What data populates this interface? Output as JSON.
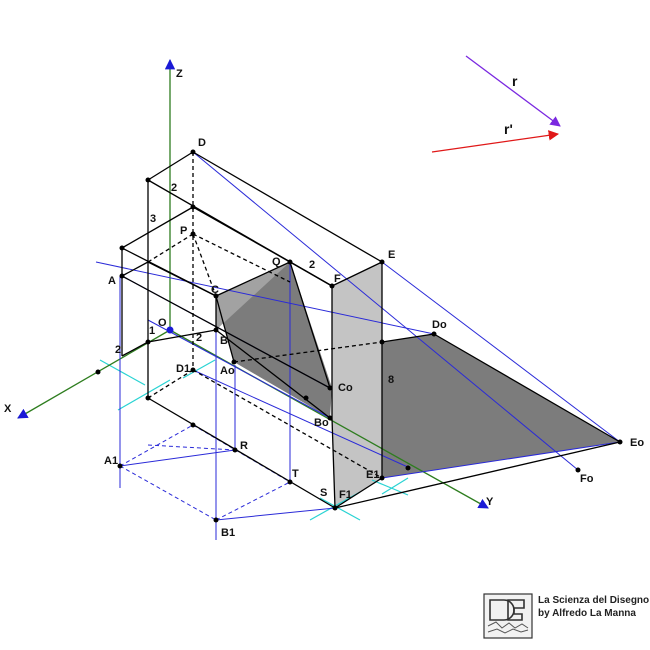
{
  "colors": {
    "axis_x": "#2e7d1f",
    "axis_y": "#2e7d1f",
    "axis_z": "#2e7d1f",
    "axis_arrow": "#1a1ad6",
    "projection": "#2a2ad8",
    "ray_r": "#7a28e0",
    "ray_r_prime": "#e01818",
    "cyan": "#29d3d3",
    "edge": "#000000",
    "shadow_dark": "#7c7c7c",
    "wall_light": "#c4c4c4",
    "triangle_mid": "#9c9c9c"
  },
  "axes": {
    "x": "X",
    "y": "Y",
    "z": "Z",
    "origin": "O"
  },
  "rays": {
    "r": "r",
    "r_prime": "r'"
  },
  "points": {
    "D": "D",
    "E": "E",
    "F": "F",
    "P": "P",
    "Q": "Q",
    "A": "A",
    "B": "B",
    "C": "C",
    "Do": "Do",
    "Co": "Co",
    "Bo": "Bo",
    "Ao": "Ao",
    "D1": "D1",
    "Eo": "Eo",
    "Fo": "Fo",
    "E1": "E1",
    "F1": "F1",
    "S": "S",
    "T": "T",
    "R": "R",
    "A1": "A1",
    "B1": "B1"
  },
  "dimensions": {
    "d2a": "2",
    "d3": "3",
    "d1": "1",
    "d2b": "2",
    "d2c": "2",
    "d2d": "2",
    "d8": "8"
  },
  "credit": {
    "line1": "La Scienza del Disegno",
    "line2": "by Alfredo La Manna"
  }
}
